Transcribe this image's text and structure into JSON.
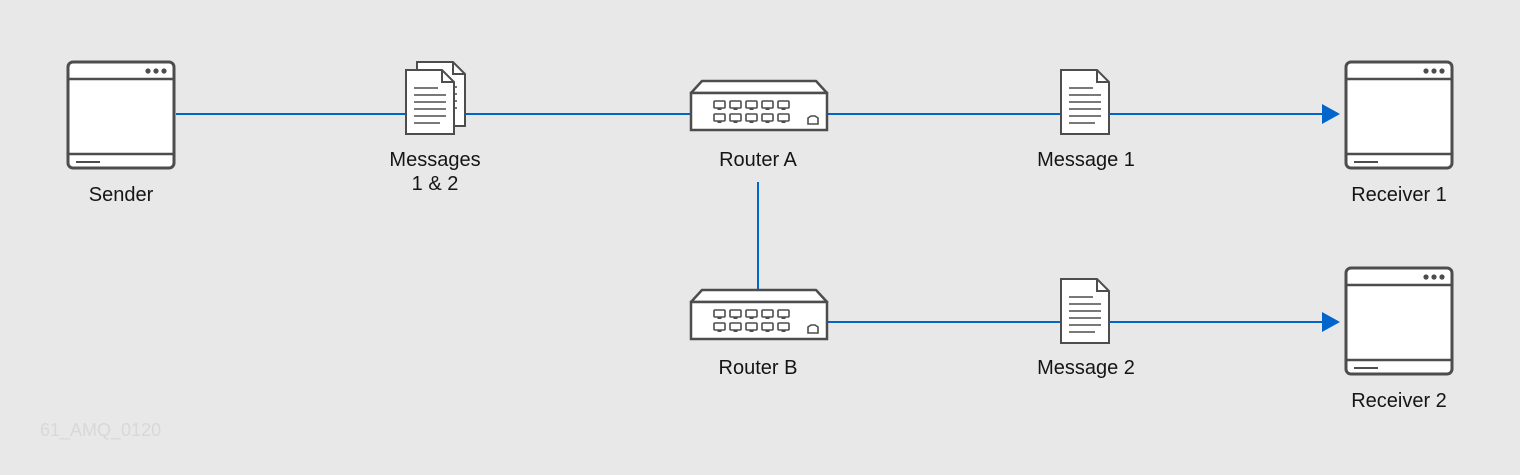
{
  "nodes": {
    "sender": "Sender",
    "messages_1_2": "Messages\n1 & 2",
    "router_a": "Router A",
    "message_1": "Message 1",
    "receiver_1": "Receiver 1",
    "router_b": "Router B",
    "message_2": "Message 2",
    "receiver_2": "Receiver 2"
  },
  "figure_tag": "61_AMQ_0120",
  "colors": {
    "background": "#e8e8e8",
    "link": "#0066cc",
    "outline": "#4d4d4d",
    "fill": "#ffffff"
  },
  "icons": {
    "sender": "app-window-icon",
    "receivers": "app-window-icon",
    "routers": "network-switch-icon",
    "messages": "document-icon"
  }
}
